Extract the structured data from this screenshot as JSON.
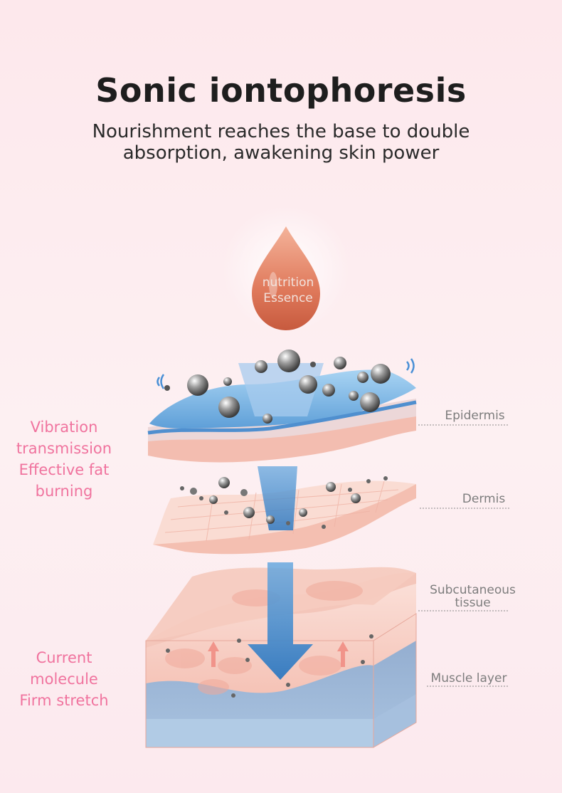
{
  "header": {
    "title": "Sonic iontophoresis",
    "subtitle_line1": "Nourishment reaches the base to double",
    "subtitle_line2": "absorption, awakening skin power"
  },
  "drop": {
    "line1": "nutrition",
    "line2": "Essence"
  },
  "left_labels": {
    "top": [
      "Vibration",
      "transmission",
      "Effective fat",
      "burning"
    ],
    "bottom": [
      "Current",
      "molecule",
      "Firm stretch"
    ]
  },
  "layers": {
    "epidermis": "Epidermis",
    "dermis": "Dermis",
    "subcutaneous_line1": "Subcutaneous",
    "subcutaneous_line2": "tissue",
    "muscle": "Muscle layer"
  },
  "colors": {
    "accent_pink": "#f0739e",
    "arrow_blue": "#3e86c8",
    "epidermis_blue": "#7ab7e6",
    "skin_pink": "#f7c9be",
    "muscle_blue": "#8fa9cc",
    "drop_orange": "#e07a5c"
  }
}
